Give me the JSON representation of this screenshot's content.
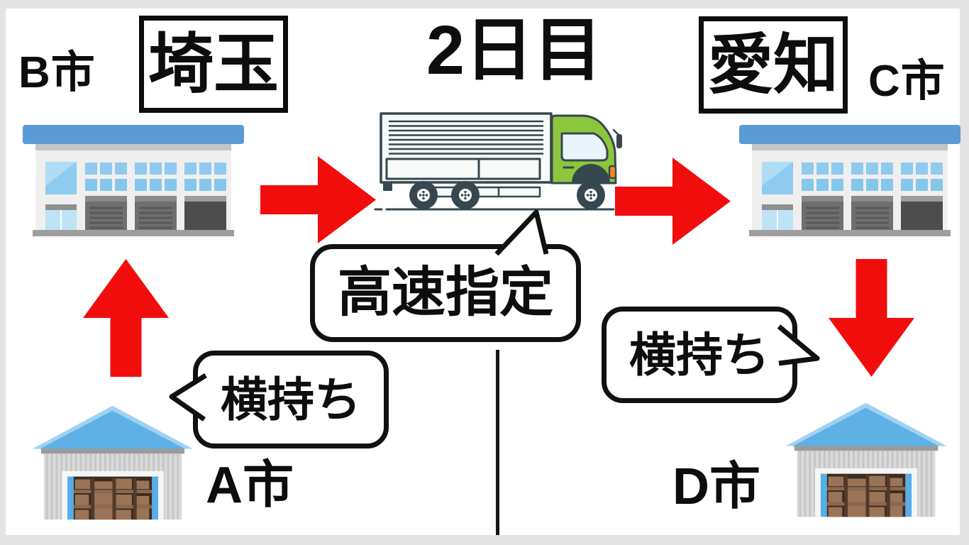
{
  "diagram": {
    "title": "2日目",
    "left": {
      "prefecture_box": "埼玉",
      "top_city": "B市",
      "bottom_city": "A市",
      "bubble": "横持ち"
    },
    "right": {
      "prefecture_box": "愛知",
      "top_city": "C市",
      "bottom_city": "D市",
      "bubble": "横持ち"
    },
    "center": {
      "truck_bubble": "高速指定"
    },
    "colors": {
      "arrow_red": "#f20d0d",
      "office_roof_blue": "#5b9bd5",
      "warehouse_roof_blue": "#5fb0e5",
      "truck_cab_green": "#8cc63e",
      "truck_outline": "#37474f",
      "frame_gray": "#e3e3e3",
      "text_black": "#0d0d0d"
    }
  }
}
